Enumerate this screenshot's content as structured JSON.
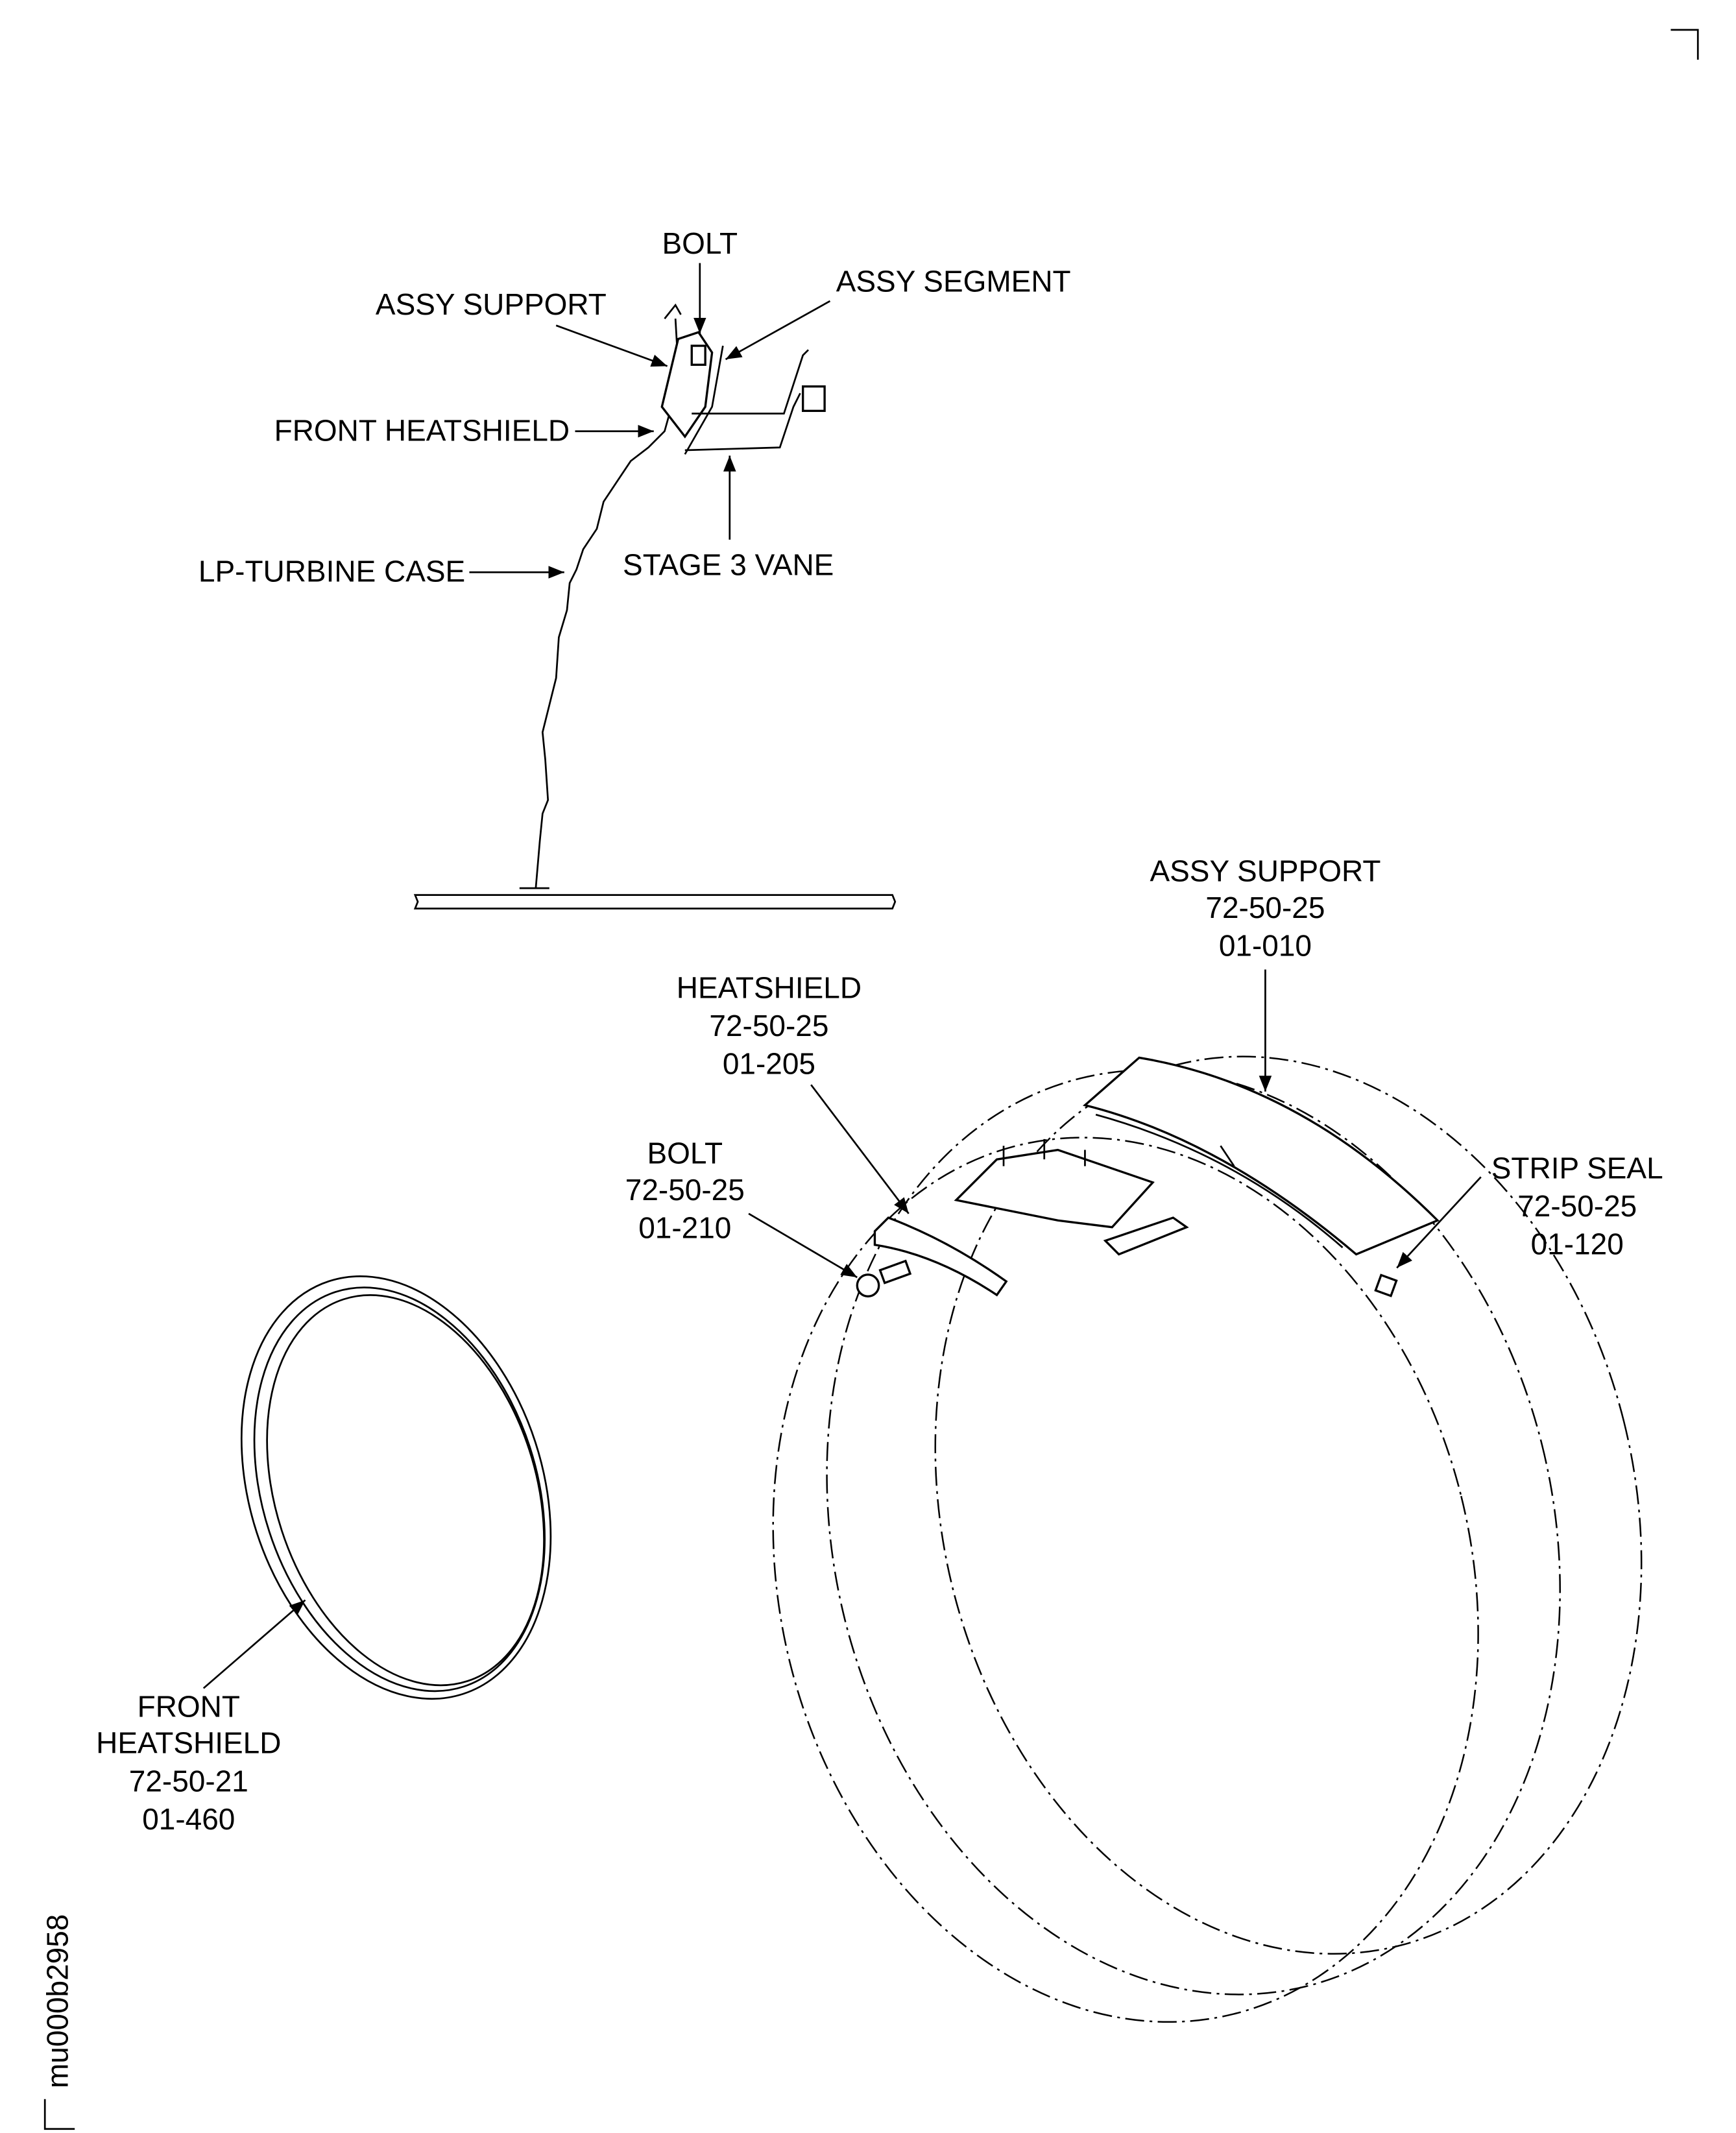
{
  "section_view": {
    "labels": {
      "bolt": "BOLT",
      "assy_support": "ASSY SUPPORT",
      "assy_segment": "ASSY SEGMENT",
      "front_heatshield": "FRONT HEATSHIELD",
      "lp_turbine_case": "LP-TURBINE CASE",
      "stage3_vane": "STAGE 3 VANE"
    }
  },
  "exploded_view": {
    "assy_support": {
      "name": "ASSY SUPPORT",
      "ref": "72-50-25",
      "item": "01-010"
    },
    "heatshield": {
      "name": "HEATSHIELD",
      "ref": "72-50-25",
      "item": "01-205"
    },
    "bolt": {
      "name": "BOLT",
      "ref": "72-50-25",
      "item": "01-210"
    },
    "strip_seal": {
      "name": "STRIP SEAL",
      "ref": "72-50-25",
      "item": "01-120"
    },
    "front_heatshield": {
      "name1": "FRONT",
      "name2": "HEATSHIELD",
      "ref": "72-50-21",
      "item": "01-460"
    }
  },
  "figure_id": "mu000b2958"
}
